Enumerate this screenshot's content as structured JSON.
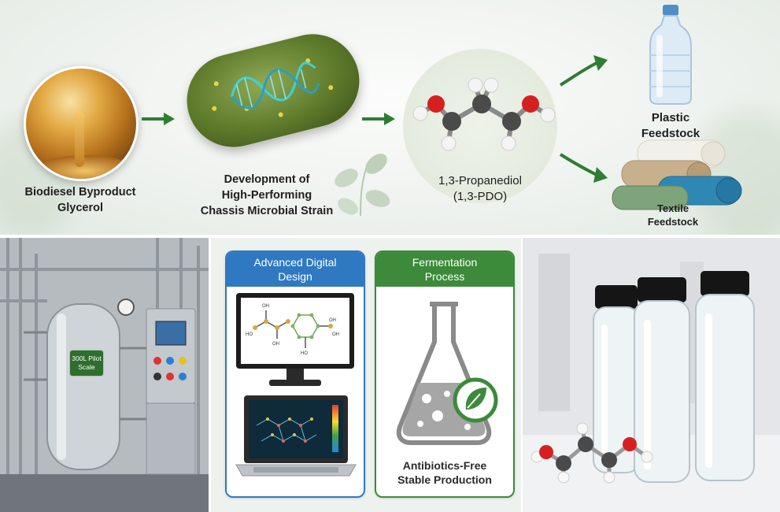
{
  "steps": {
    "glycerol": {
      "line1": "Biodiesel Byproduct",
      "line2": "Glycerol"
    },
    "strain": {
      "line1": "Development of",
      "line2": "High-Performing",
      "line3": "Chassis Microbial Strain"
    },
    "pdo": {
      "line1": "1,3-Propanediol",
      "line2": "(1,3-PDO)"
    },
    "plastic": {
      "line1": "Plastic",
      "line2": "Feedstock"
    },
    "textile": {
      "line1": "Textile",
      "line2": "Feedstock"
    }
  },
  "pilot_plant": {
    "sign_line1": "300L Pilot",
    "sign_line2": "Scale"
  },
  "cards": {
    "digital": {
      "title_line1": "Advanced Digital",
      "title_line2": "Design"
    },
    "ferment": {
      "title_line1": "Fermentation",
      "title_line2": "Process",
      "caption_line1": "Antibiotics-Free",
      "caption_line2": "Stable Production"
    }
  },
  "molecule_labels": {
    "oh1": "OH",
    "oh2": "OH",
    "oh3": "OH",
    "ho1": "HO",
    "ho2": "HO",
    "oh4": "OH"
  },
  "colors": {
    "arrow_green": "#2e7d32",
    "carbon": "#4a4a4a",
    "oxygen": "#d62020",
    "hydrogen": "#f4f4f4",
    "card_blue": "#2f79c2",
    "card_green": "#3d8a3a"
  },
  "icons": [
    "flow-arrow-icon",
    "dna-icon",
    "leaf-icon",
    "flask-icon",
    "computer-monitor-icon",
    "laptop-icon",
    "water-bottle-icon",
    "towel-stack-icon"
  ]
}
